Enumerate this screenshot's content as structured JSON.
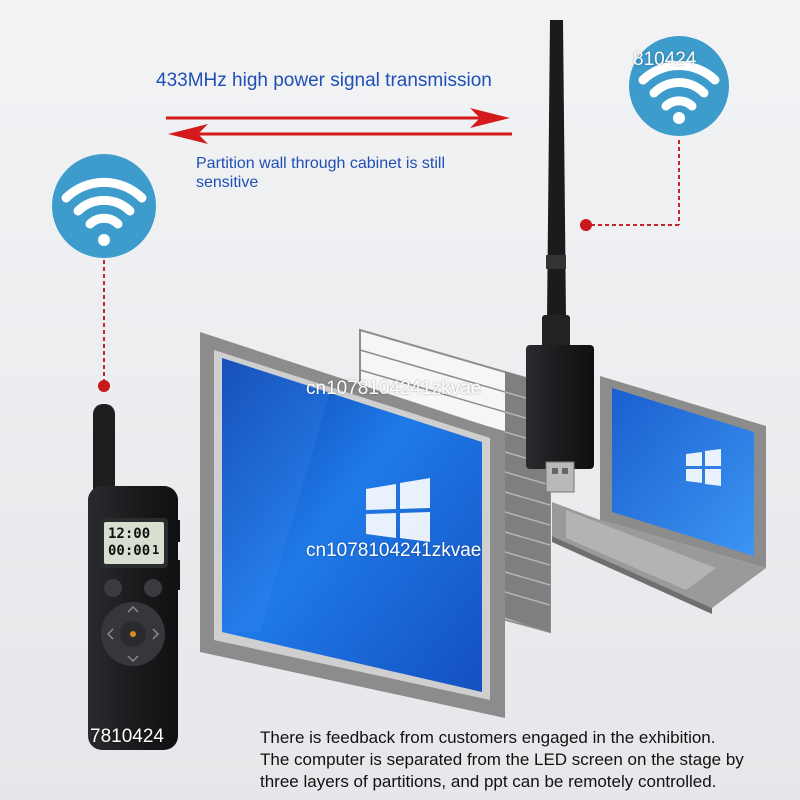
{
  "headline": "433MHz high power signal transmission",
  "subheadline_line1": "Partition wall through cabinet is still",
  "subheadline_line2": "sensitive",
  "watermark_top_right": "810424",
  "watermark_main": "cn1078104241zkvae",
  "watermark_bottom_left": "7810424",
  "lcd": {
    "line1": "12:00",
    "line2": "00:00",
    "line2_suffix": "1"
  },
  "caption": {
    "line1": "There is feedback from customers engaged in the exhibition.",
    "line2": "The computer is separated from the LED screen on the stage by",
    "line3": "three layers of partitions, and ppt can be remotely controlled."
  },
  "icons": [
    "wifi-icon",
    "windows-logo-icon",
    "arrow-right-icon",
    "arrow-left-icon"
  ],
  "colors": {
    "accent_blue": "#1f4fb5",
    "wifi_badge": "#3d9ccc",
    "signal_red": "#d41a1a",
    "screen_blue": "#1e6fe0",
    "device_body": "#1d1e20"
  }
}
